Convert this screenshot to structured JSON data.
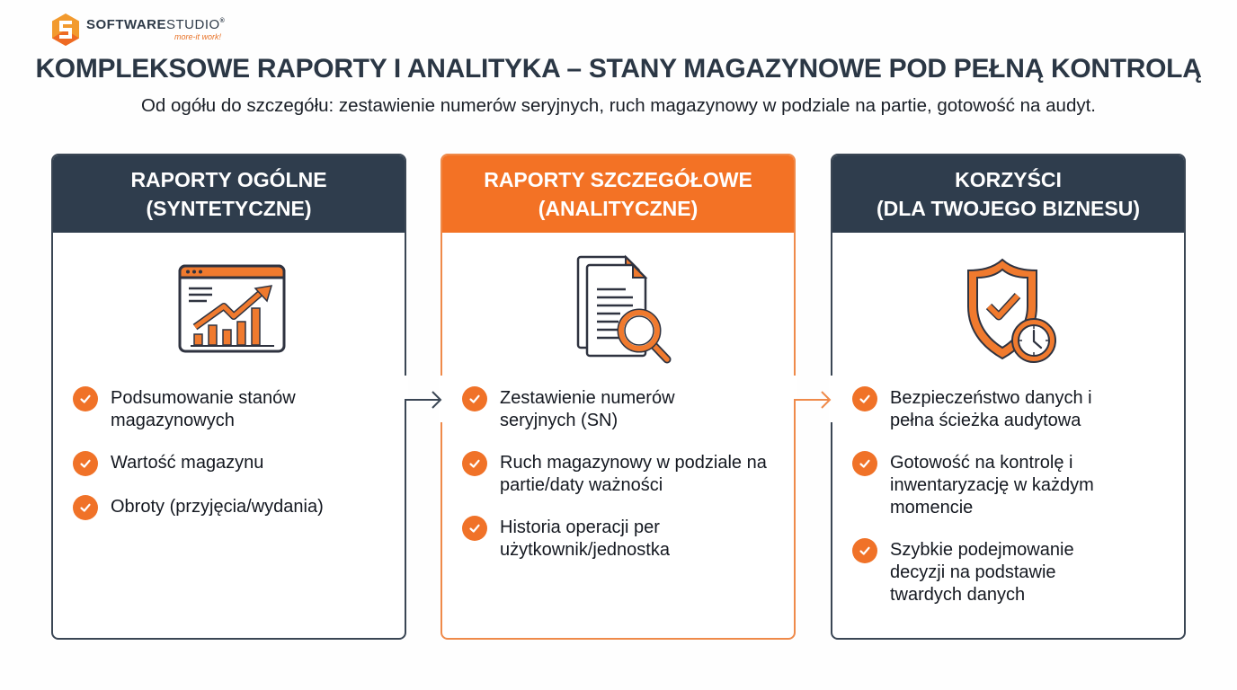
{
  "brand": {
    "name_bold": "SOFTWARE",
    "name_regular": "STUDIO",
    "registered": "®",
    "tagline": "more-it work!",
    "colors": {
      "orange": "#f37225",
      "dark": "#2f3d4d"
    }
  },
  "header": {
    "title": "KOMPLEKSOWE RAPORTY I ANALITYKA – STANY MAGAZYNOWE POD PEŁNĄ KONTROLĄ",
    "subtitle": "Od ogółu do szczegółu: zestawienie numerów seryjnych, ruch magazynowy w podziale na partie, gotowość na audyt."
  },
  "cards": [
    {
      "title_line1": "RAPORTY OGÓLNE",
      "title_line2": "(SYNTETYCZNE)",
      "icon": "chart-dashboard-icon",
      "items": [
        "Podsumowanie stanów magazynowych",
        "Wartość magazynu",
        "Obroty (przyjęcia/wydania)"
      ]
    },
    {
      "title_line1": "RAPORTY SZCZEGÓŁOWE",
      "title_line2": "(ANALITYCZNE)",
      "icon": "document-search-icon",
      "items": [
        "Zestawienie numerów seryjnych (SN)",
        "Ruch magazynowy w podziale na partie/daty ważności",
        "Historia operacji per użytkownik/jednostka"
      ]
    },
    {
      "title_line1": "KORZYŚCI",
      "title_line2": "(DLA TWOJEGO BIZNESU)",
      "icon": "shield-check-clock-icon",
      "items": [
        "Bezpieczeństwo danych i pełna ścieżka audytowa",
        "Gotowość na kontrolę i inwentaryzację w każdym momencie",
        "Szybkie podejmowanie decyzji na podstawie twardych danych"
      ]
    }
  ]
}
